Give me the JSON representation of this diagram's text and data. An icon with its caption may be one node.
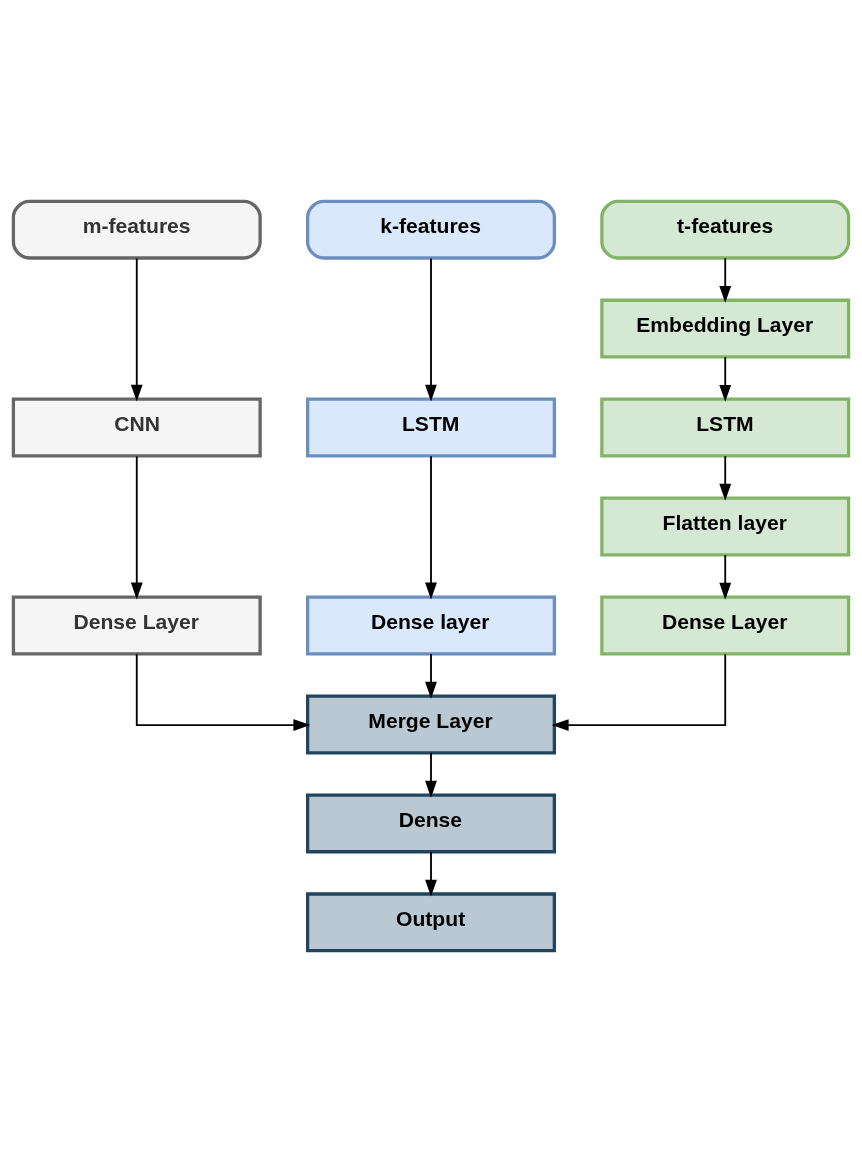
{
  "diagram": {
    "nodes": [
      {
        "text": [
          "m-features"
        ]
      },
      {
        "text": [
          "k-features"
        ]
      },
      {
        "text": [
          "t-features"
        ]
      },
      {
        "text": [
          "Embedding Layer"
        ]
      },
      {
        "text": [
          "CNN"
        ]
      },
      {
        "text": [
          "LSTM"
        ]
      },
      {
        "text": [
          "LSTM"
        ]
      },
      {
        "text": [
          "Flatten layer"
        ]
      },
      {
        "text": [
          "Dense Layer"
        ]
      },
      {
        "text": [
          "Dense layer"
        ]
      },
      {
        "text": [
          "Dense Layer"
        ]
      },
      {
        "text": [
          "Merge Layer"
        ]
      },
      {
        "text": [
          "Dense"
        ]
      },
      {
        "text": [
          "Output"
        ]
      }
    ],
    "edges": [
      {
        "from": 0,
        "to": 4,
        "arrow": "to"
      },
      {
        "from": 4,
        "to": 8,
        "arrow": "to"
      },
      {
        "from": 1,
        "to": 5,
        "arrow": "to"
      },
      {
        "from": 5,
        "to": 9,
        "arrow": "to"
      },
      {
        "from": 2,
        "to": 3,
        "arrow": "to"
      },
      {
        "from": 3,
        "to": 6,
        "arrow": "to"
      },
      {
        "from": 6,
        "to": 7,
        "arrow": "to"
      },
      {
        "from": 7,
        "to": 10,
        "arrow": "to"
      },
      {
        "from": 8,
        "to": 11,
        "arrow": "to"
      },
      {
        "from": 9,
        "to": 11,
        "arrow": "to"
      },
      {
        "from": 10,
        "to": 11,
        "arrow": "to"
      },
      {
        "from": 11,
        "to": 12,
        "arrow": "to"
      },
      {
        "from": 12,
        "to": 13,
        "arrow": "to"
      }
    ]
  }
}
